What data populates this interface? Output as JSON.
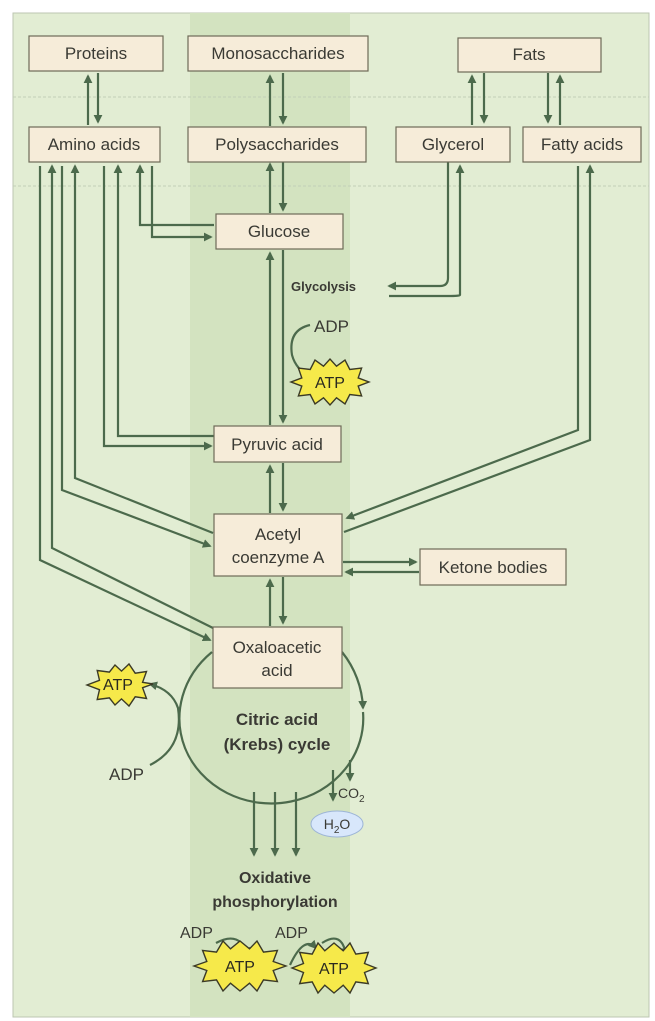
{
  "nodes": {
    "proteins": "Proteins",
    "monosaccharides": "Monosaccharides",
    "fats": "Fats",
    "amino_acids": "Amino acids",
    "polysaccharides": "Polysaccharides",
    "glycerol": "Glycerol",
    "fatty_acids": "Fatty acids",
    "glucose": "Glucose",
    "pyruvic_acid": "Pyruvic acid",
    "acetyl_line1": "Acetyl",
    "acetyl_line2": "coenzyme A",
    "ketone_bodies": "Ketone bodies",
    "oxaloacetic_line1": "Oxaloacetic",
    "oxaloacetic_line2": "acid"
  },
  "labels": {
    "glycolysis": "Glycolysis",
    "adp": "ADP",
    "atp": "ATP",
    "krebs_line1": "Citric acid",
    "krebs_line2": "(Krebs) cycle",
    "co2": "CO",
    "co2_sub": "2",
    "h2o_h": "H",
    "h2o_sub": "2",
    "h2o_o": "O",
    "oxidative_line1": "Oxidative",
    "oxidative_line2": "phosphorylation"
  },
  "colors": {
    "background": "#e2edd3",
    "center_band": "#d3e3c0",
    "box_fill": "#f6ecd9",
    "arrow": "#4c6a4c",
    "atp_fill": "#f6e94a",
    "water_fill": "#d8e7fb"
  }
}
